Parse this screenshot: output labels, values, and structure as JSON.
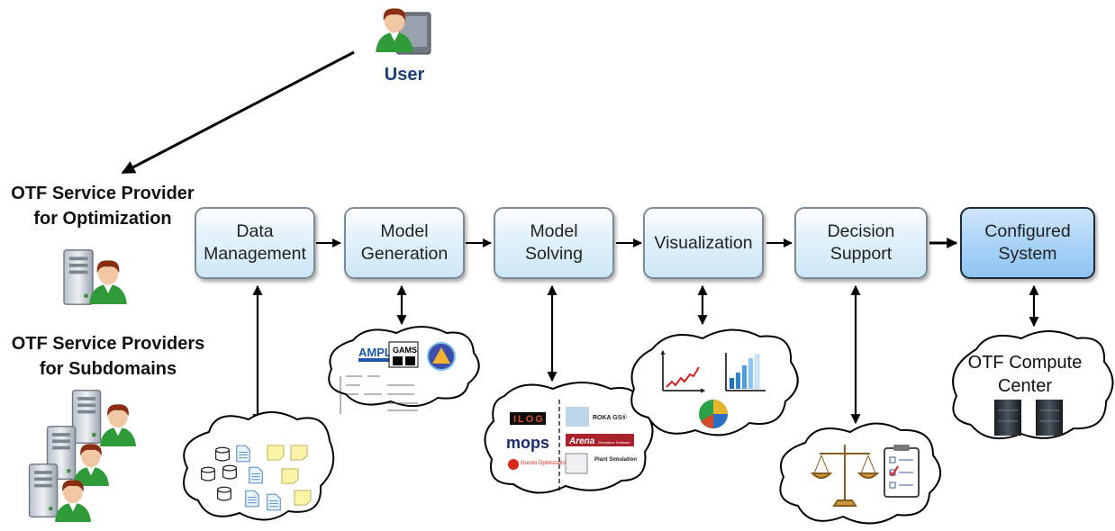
{
  "user": {
    "label": "User"
  },
  "providers": {
    "optimization": "OTF Service Provider\nfor Optimization",
    "subdomains": "OTF Service Providers\nfor Subdomains"
  },
  "stages": [
    {
      "label": "Data\nManagement"
    },
    {
      "label": "Model\nGeneration"
    },
    {
      "label": "Model\nSolving"
    },
    {
      "label": "Visualization"
    },
    {
      "label": "Decision\nSupport"
    },
    {
      "label": "Configured\nSystem"
    }
  ],
  "clouds": {
    "modeling": {
      "ampl": "AMPL",
      "gams": "GAMS"
    },
    "solvers": {
      "ilog": "ILOG",
      "mops": "mops",
      "roka": "ROKA GS®",
      "arena": "Arena",
      "arena_sub": "Simulation Software",
      "plant": "Plant\nSimulation",
      "gurobi": "Gurobi\nOptimization"
    },
    "compute": "OTF Compute\nCenter"
  },
  "colors": {
    "box_fill": "#d6ecf8",
    "box_final": "#9ccbf4",
    "person_shirt": "#2f9a38",
    "hair": "#8a2e12"
  }
}
